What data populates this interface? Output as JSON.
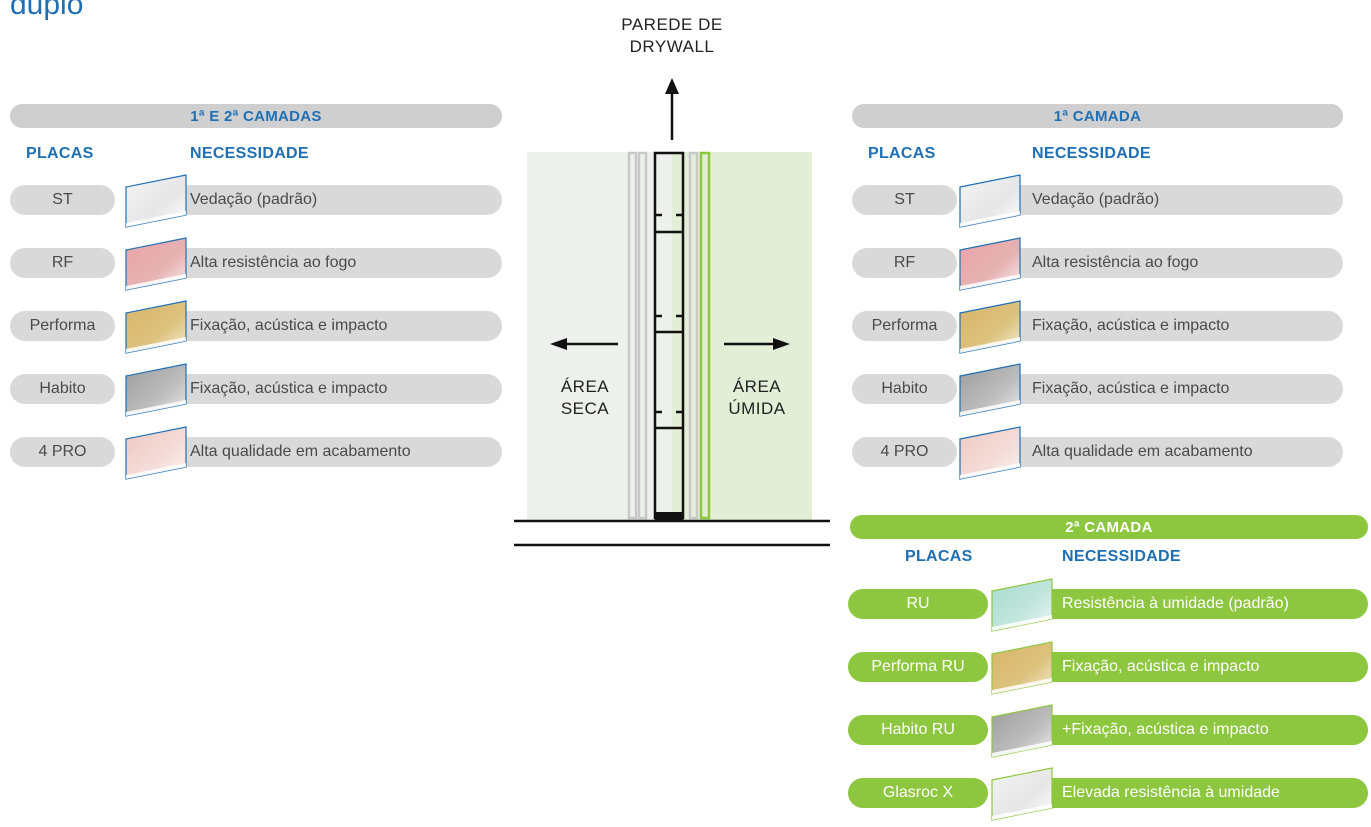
{
  "page_title": "duplo",
  "center": {
    "wall_label_1": "PAREDE DE",
    "wall_label_2": "DRYWALL",
    "dry_1": "ÁREA",
    "dry_2": "SECA",
    "wet_1": "ÁREA",
    "wet_2": "ÚMIDA"
  },
  "left_panel": {
    "header": "1ª E 2ª CAMADAS",
    "col_placas": "PLACAS",
    "col_necessidade": "NECESSIDADE",
    "rows": [
      {
        "placa": "ST",
        "necessidade": "Vedação (padrão)",
        "board": "white-board-icon"
      },
      {
        "placa": "RF",
        "necessidade": "Alta resistência ao fogo",
        "board": "pink-board-icon"
      },
      {
        "placa": "Performa",
        "necessidade": "Fixação, acústica e impacto",
        "board": "yellow-board-icon"
      },
      {
        "placa": "Habito",
        "necessidade": "Fixação, acústica e impacto",
        "board": "gray-board-icon"
      },
      {
        "placa": "4 PRO",
        "necessidade": "Alta qualidade em acabamento",
        "board": "light-pink-board-icon"
      }
    ]
  },
  "right_panel_1": {
    "header": "1ª CAMADA",
    "col_placas": "PLACAS",
    "col_necessidade": "NECESSIDADE",
    "rows": [
      {
        "placa": "ST",
        "necessidade": "Vedação (padrão)",
        "board": "white-board-icon"
      },
      {
        "placa": "RF",
        "necessidade": "Alta resistência ao fogo",
        "board": "pink-board-icon"
      },
      {
        "placa": "Performa",
        "necessidade": "Fixação, acústica e impacto",
        "board": "yellow-board-icon"
      },
      {
        "placa": "Habito",
        "necessidade": "Fixação, acústica e impacto",
        "board": "gray-board-icon"
      },
      {
        "placa": "4 PRO",
        "necessidade": "Alta qualidade em acabamento",
        "board": "light-pink-board-icon"
      }
    ]
  },
  "right_panel_2": {
    "header": "2ª CAMADA",
    "col_placas": "PLACAS",
    "col_necessidade": "NECESSIDADE",
    "rows": [
      {
        "placa": "RU",
        "necessidade": "Resistência à umidade (padrão)",
        "board": "green-board-icon"
      },
      {
        "placa": "Performa RU",
        "necessidade": "Fixação, acústica e impacto",
        "board": "yellow-board-icon"
      },
      {
        "placa": "Habito RU",
        "necessidade": "+Fixação, acústica e impacto",
        "board": "gray-board-icon"
      },
      {
        "placa": "Glasroc X",
        "necessidade": "Elevada resistência à umidade",
        "board": "white-board-icon"
      }
    ]
  },
  "colors": {
    "blue": "#1f6fb5",
    "gray_pill": "#d9d9d9",
    "green": "#8dc63f",
    "dry_area": "#eef0ee",
    "wet_area": "#e2efd6"
  }
}
